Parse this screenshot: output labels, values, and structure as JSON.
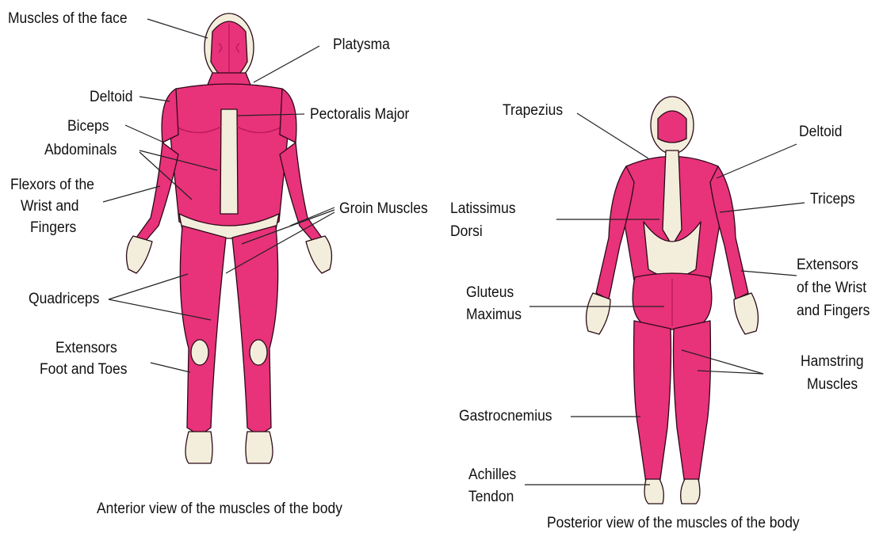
{
  "colors": {
    "muscle": "#e8327a",
    "muscle_dark": "#b8185a",
    "outline": "#2a0a18",
    "bone": "#f3eedb",
    "background": "#ffffff"
  },
  "anterior": {
    "caption": "Anterior view of the muscles of the body",
    "labels": {
      "face": "Muscles of the face",
      "platysma": "Platysma",
      "deltoid": "Deltoid",
      "pectoralis": "Pectoralis Major",
      "biceps": "Biceps",
      "abdominals": "Abdominals",
      "flexors_1": "Flexors of the",
      "flexors_2": "Wrist and",
      "flexors_3": "Fingers",
      "groin": "Groin Muscles",
      "quadriceps": "Quadriceps",
      "extensors_1": "Extensors",
      "extensors_2": "Foot and Toes"
    }
  },
  "posterior": {
    "caption": "Posterior view of the muscles of the body",
    "labels": {
      "trapezius": "Trapezius",
      "deltoid": "Deltoid",
      "triceps": "Triceps",
      "latissimus_1": "Latissimus",
      "latissimus_2": "Dorsi",
      "extensors_1": "Extensors",
      "extensors_2": "of the Wrist",
      "extensors_3": "and Fingers",
      "gluteus_1": "Gluteus",
      "gluteus_2": "Maximus",
      "hamstring_1": "Hamstring",
      "hamstring_2": "Muscles",
      "gastrocnemius": "Gastrocnemius",
      "achilles_1": "Achilles",
      "achilles_2": "Tendon"
    }
  }
}
